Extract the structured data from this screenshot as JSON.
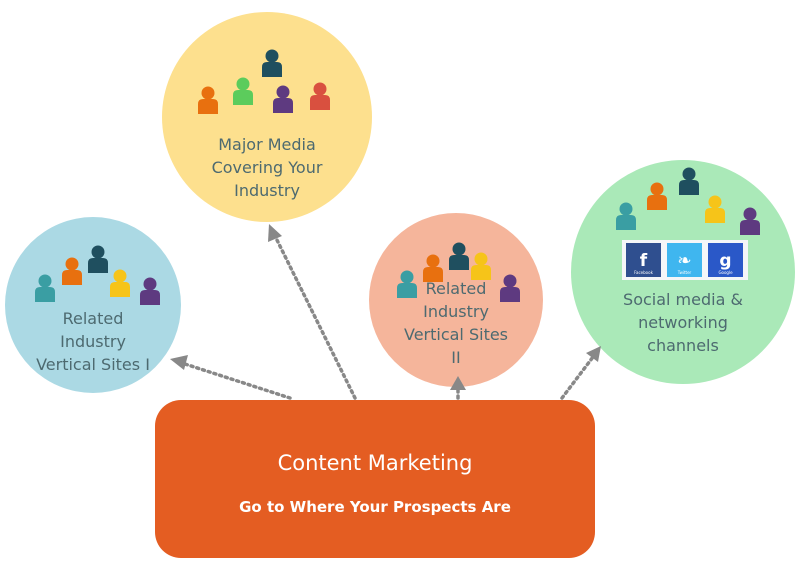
{
  "center": {
    "title": "Content Marketing",
    "subtitle": "Go to Where Your Prospects Are",
    "color": "#e45d22"
  },
  "nodes": [
    {
      "id": "related-1",
      "lines": [
        "Related",
        "Industry",
        "Vertical Sites I"
      ],
      "color": "#abd9e4"
    },
    {
      "id": "major-media",
      "lines": [
        "Major Media",
        "Covering Your",
        "Industry"
      ],
      "color": "#fde08e"
    },
    {
      "id": "related-2",
      "lines": [
        "Related",
        "Industry",
        "Vertical Sites",
        "II"
      ],
      "color": "#f5b59b"
    },
    {
      "id": "social",
      "lines": [
        "Social media &",
        "networking",
        "channels"
      ],
      "color": "#aae9b8"
    }
  ],
  "social_icons": [
    {
      "name": "facebook-icon",
      "glyph": "f",
      "label": "Facebook",
      "color": "#2f4f8f"
    },
    {
      "name": "twitter-icon",
      "glyph": "❧",
      "label": "Twitter",
      "color": "#3fb6ef"
    },
    {
      "name": "google-icon",
      "glyph": "g",
      "label": "Google",
      "color": "#2a58c8"
    }
  ],
  "person_colors": {
    "teal": "#3a9ea3",
    "orange": "#e8700f",
    "dark": "#1f4f5f",
    "yellow": "#f6c419",
    "purple": "#5e3a80",
    "green": "#5ccc5c",
    "red": "#d9503f"
  }
}
